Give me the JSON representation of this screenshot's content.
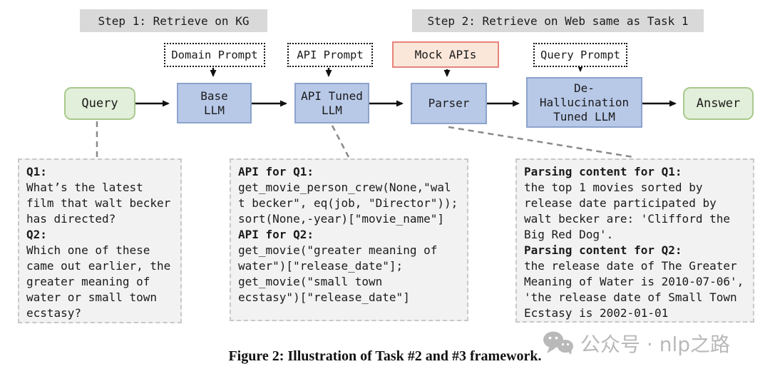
{
  "headers": {
    "step1": "Step 1: Retrieve on KG",
    "step2": "Step 2: Retrieve on Web same as Task 1"
  },
  "prompt_boxes": {
    "domain": "Domain Prompt",
    "api": "API Prompt",
    "mock_apis": "Mock APIs",
    "query": "Query Prompt"
  },
  "flow_nodes": {
    "query": "Query",
    "base_llm": "Base\nLLM",
    "api_tuned_llm": "API Tuned\nLLM",
    "parser": "Parser",
    "de_hallucination_llm": "De-\nHallucination\nTuned LLM",
    "answer": "Answer"
  },
  "callouts": {
    "questions": {
      "q1_label": "Q1:",
      "q1_text": "What’s the latest\nfilm that walt becker\nhas directed?",
      "q2_label": "Q2:",
      "q2_text": "Which one of these\ncame out earlier, the\ngreater meaning of\nwater or small town\necstasy?"
    },
    "apis": {
      "q1_label": "API for Q1:",
      "q1_text": "get_movie_person_crew(None,\"wal\nt becker\", eq(job, \"Director\"));\nsort(None,-year)[\"movie_name\"]",
      "q2_label": "API for Q2:",
      "q2_text": "get_movie(\"greater meaning of\nwater\")[\"release_date\"];\nget_movie(\"small town\necstasy\")[\"release_date\"]"
    },
    "parsing": {
      "q1_label": "Parsing content for Q1:",
      "q1_text": "the top 1 movies sorted by\nrelease date participated by\nwalt becker are: 'Clifford the\nBig Red Dog'.",
      "q2_label": "Parsing content for Q2:",
      "q2_text": "the release date of The Greater\nMeaning of Water is 2010-07-06',\n'the release date of Small Town\nEcstasy is 2002-01-01"
    }
  },
  "caption": "Figure 2: Illustration of Task #2 and #3 framework.",
  "watermark": {
    "text": "公众号 · nlp之路",
    "icon": "wechat-icon"
  },
  "colors": {
    "header_gray": "#d9d9d9",
    "node_blue_fill": "#b8c9e8",
    "node_blue_border": "#8da3cc",
    "node_green_fill": "#e2efda",
    "node_green_border": "#a9c98c",
    "mock_fill": "#fbe7da",
    "mock_border": "#e8837a",
    "callout_fill": "#f2f2f2",
    "callout_border": "#c8c8c8",
    "watermark_gray": "#b9b9b9"
  }
}
